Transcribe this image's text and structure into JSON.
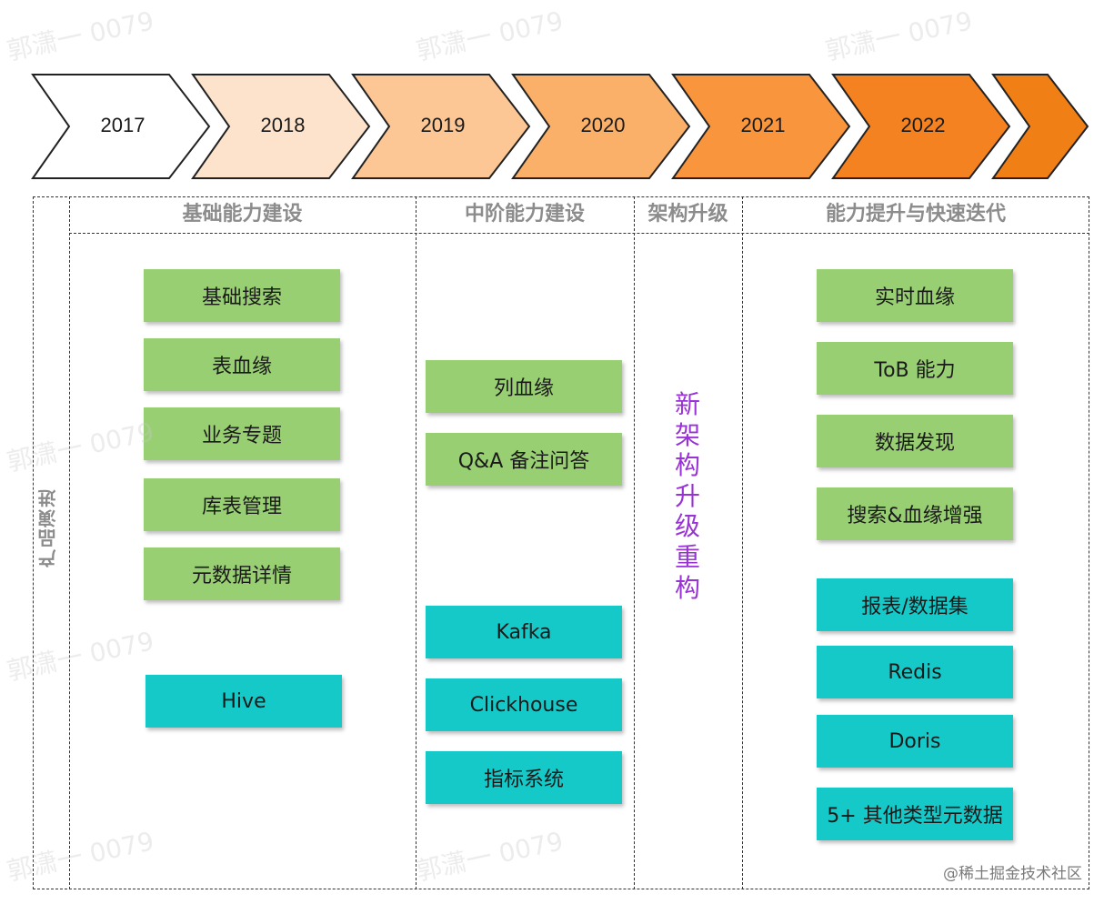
{
  "timeline": {
    "years": [
      "2017",
      "2018",
      "2019",
      "2020",
      "2021",
      "2022"
    ],
    "colors": [
      "#ffffff",
      "#fde3cb",
      "#fcc794",
      "#fbb06a",
      "#f8953d",
      "#f58220",
      "#f07f16"
    ]
  },
  "side_label": "产品演进",
  "phases": [
    {
      "title": "基础能力建设",
      "items": [
        {
          "label": "基础搜索",
          "kind": "green"
        },
        {
          "label": "表血缘",
          "kind": "green"
        },
        {
          "label": "业务专题",
          "kind": "green"
        },
        {
          "label": "库表管理",
          "kind": "green"
        },
        {
          "label": "元数据详情",
          "kind": "green"
        },
        {
          "label": "Hive",
          "kind": "teal"
        }
      ]
    },
    {
      "title": "中阶能力建设",
      "items": [
        {
          "label": "列血缘",
          "kind": "green"
        },
        {
          "label": "Q&A 备注问答",
          "kind": "green"
        },
        {
          "label": "Kafka",
          "kind": "teal"
        },
        {
          "label": "Clickhouse",
          "kind": "teal"
        },
        {
          "label": "指标系统",
          "kind": "teal"
        }
      ]
    },
    {
      "title": "架构升级",
      "vertical_text": "新架构升级重构"
    },
    {
      "title": "能力提升与快速迭代",
      "items": [
        {
          "label": "实时血缘",
          "kind": "green"
        },
        {
          "label": "ToB 能力",
          "kind": "green"
        },
        {
          "label": "数据发现",
          "kind": "green"
        },
        {
          "label": "搜索&血缘增强",
          "kind": "green"
        },
        {
          "label": "报表/数据集",
          "kind": "teal"
        },
        {
          "label": "Redis",
          "kind": "teal"
        },
        {
          "label": "Doris",
          "kind": "teal"
        },
        {
          "label": "5+ 其他类型元数据",
          "kind": "teal"
        }
      ]
    }
  ],
  "watermark": "郭潇一 0079",
  "credit": "@稀土掘金技术社区"
}
